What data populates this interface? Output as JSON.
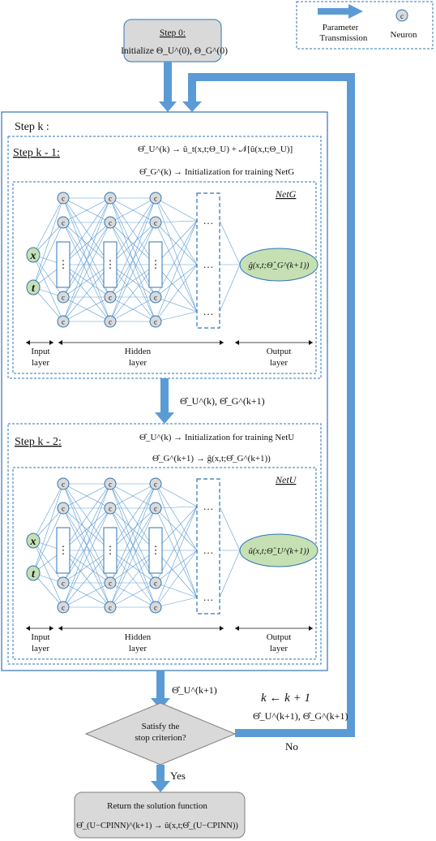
{
  "legend": {
    "arrow_label_1": "Parameter",
    "arrow_label_2": "Transmission",
    "neuron_glyph": "c",
    "neuron_label": "Neuron"
  },
  "step0": {
    "title": "Step 0:",
    "body": "Initialize Θ_U^(0), Θ_G^(0)"
  },
  "stepk": {
    "title": "Step k :"
  },
  "step_k1": {
    "title": "Step k - 1:",
    "line1": "Θ̂_U^(k) → û_t(x,t;Θ_U) + 𝒩[û(x,t;Θ_U)]",
    "line2": "Θ̂_G^(k) → Initialization for training NetG",
    "net_name": "NetG",
    "output_node": "ĝ(x,t;Θ̂_G^(k+1))"
  },
  "between_params": "Θ̂_U^(k),  Θ̂_G^(k+1)",
  "step_k2": {
    "title": "Step k - 2:",
    "line1": "Θ̂_U^(k) → Initialization for training NetU",
    "line2": "Θ̂_G^(k+1) → ĝ(x,t;Θ̂_G^(k+1))",
    "net_name": "NetU",
    "output_node": "û(x,t;Θ̂_U^(k+1))"
  },
  "layers": {
    "input": [
      "Input",
      "layer"
    ],
    "hidden": [
      "Hidden",
      "layer"
    ],
    "output": [
      "Output",
      "layer"
    ]
  },
  "inputs": {
    "x": "x",
    "t": "t"
  },
  "neuron_glyph": "c",
  "ellipsis": "…",
  "after_k_params": "Θ̂_U^(k+1)",
  "decision": {
    "line1": "Satisfy the",
    "line2": "stop criterion?"
  },
  "no_branch": {
    "update": "k ← k + 1",
    "params": "Θ̂_U^(k+1),  Θ̂_G^(k+1)",
    "label": "No"
  },
  "yes_label": "Yes",
  "final": {
    "line1": "Return the solution function",
    "line2": "Θ̂_(U−CPINN)^(k+1) → û(x,t;Θ̂_(U−CPINN))"
  },
  "colors": {
    "arrow": "#5b9bd5",
    "border": "#2e75b6",
    "neuron_fill": "#d9d9d9",
    "output_fill": "#c6e0b4",
    "input_fill": "#c6e0b4",
    "step0_fill": "#d9d9d9",
    "decision_fill": "#d9d9d9",
    "line": "#5b9bd5"
  }
}
